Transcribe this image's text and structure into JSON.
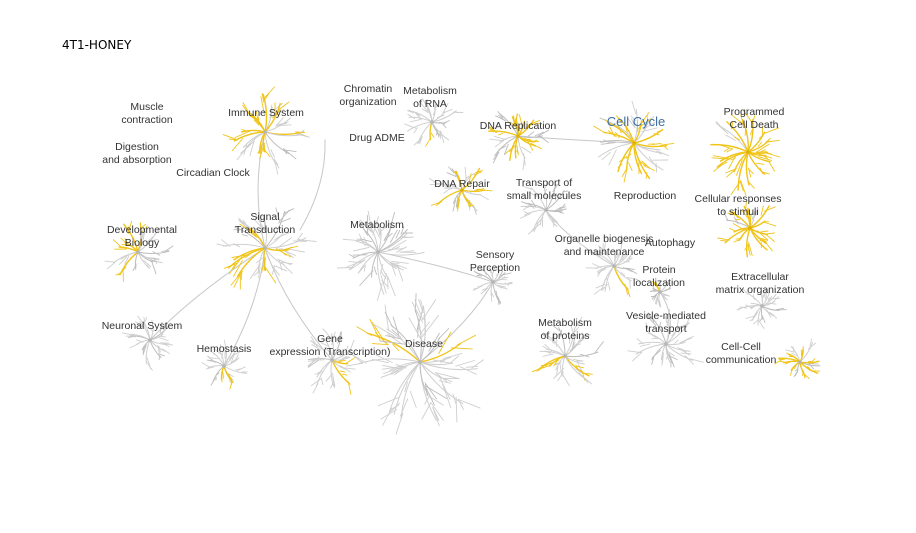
{
  "page": {
    "title": "4T1-HONEY"
  },
  "colors": {
    "branch": "#cfcfcf",
    "branch_dark": "#bdbdbd",
    "link": "#c7c7c7",
    "highlight": "#f0c419",
    "highlight_dark": "#e0b000",
    "label": "#333333",
    "accent_label": "#3f6fa5"
  },
  "pathways": [
    {
      "id": "muscle-contraction",
      "lines": [
        "Muscle",
        "contraction"
      ],
      "hl": 0,
      "size": 0
    },
    {
      "id": "digestion-and-absorption",
      "lines": [
        "Digestion",
        "and absorption"
      ],
      "hl": 0,
      "size": 0
    },
    {
      "id": "circadian-clock",
      "lines": [
        "Circadian Clock"
      ],
      "hl": 0,
      "size": 0
    },
    {
      "id": "immune-system",
      "lines": [
        "Immune System"
      ],
      "hl": 0.45,
      "size": 1
    },
    {
      "id": "chromatin-organization",
      "lines": [
        "Chromatin",
        "organization"
      ],
      "hl": 0,
      "size": 0
    },
    {
      "id": "metabolism-of-rna",
      "lines": [
        "Metabolism",
        "of RNA"
      ],
      "hl": 0.05,
      "size": 0.7
    },
    {
      "id": "drug-adme",
      "lines": [
        "Drug ADME"
      ],
      "hl": 0,
      "size": 0
    },
    {
      "id": "dna-replication",
      "lines": [
        "DNA Replication"
      ],
      "hl": 0.7,
      "size": 0.8
    },
    {
      "id": "cell-cycle",
      "lines": [
        "Cell Cycle"
      ],
      "hl": 0.75,
      "size": 1,
      "accent": true
    },
    {
      "id": "programmed-cell-death",
      "lines": [
        "Programmed",
        "Cell Death"
      ],
      "hl": 0.85,
      "size": 1
    },
    {
      "id": "dna-repair",
      "lines": [
        "DNA Repair"
      ],
      "hl": 0.55,
      "size": 0.7
    },
    {
      "id": "transport-of-small-molecules",
      "lines": [
        "Transport of",
        "small molecules"
      ],
      "hl": 0,
      "size": 0.7
    },
    {
      "id": "reproduction",
      "lines": [
        "Reproduction"
      ],
      "hl": 0,
      "size": 0
    },
    {
      "id": "cellular-responses-to-stimuli",
      "lines": [
        "Cellular responses",
        "to stimuli"
      ],
      "hl": 0.7,
      "size": 0.8
    },
    {
      "id": "developmental-biology",
      "lines": [
        "Developmental",
        "Biology"
      ],
      "hl": 0.4,
      "size": 0.8
    },
    {
      "id": "signal-transduction",
      "lines": [
        "Signal",
        "Transduction"
      ],
      "hl": 0.3,
      "size": 1.1
    },
    {
      "id": "metabolism",
      "lines": [
        "Metabolism"
      ],
      "hl": 0,
      "size": 1.2
    },
    {
      "id": "sensory-perception",
      "lines": [
        "Sensory",
        "Perception"
      ],
      "hl": 0,
      "size": 0.6
    },
    {
      "id": "organelle-biogenesis-and-maintenance",
      "lines": [
        "Organelle biogenesis",
        "and maintenance"
      ],
      "hl": 0.1,
      "size": 0.7
    },
    {
      "id": "autophagy",
      "lines": [
        "Autophagy"
      ],
      "hl": 0,
      "size": 0
    },
    {
      "id": "protein-localization",
      "lines": [
        "Protein",
        "localization"
      ],
      "hl": 0.2,
      "size": 0.4
    },
    {
      "id": "extracellular-matrix-organization",
      "lines": [
        "Extracellular",
        "matrix organization"
      ],
      "hl": 0,
      "size": 0.6
    },
    {
      "id": "neuronal-system",
      "lines": [
        "Neuronal System"
      ],
      "hl": 0,
      "size": 0.7
    },
    {
      "id": "hemostasis",
      "lines": [
        "Hemostasis"
      ],
      "hl": 0.1,
      "size": 0.6
    },
    {
      "id": "gene-expression-transcription",
      "lines": [
        "Gene",
        "expression (Transcription)"
      ],
      "hl": 0.25,
      "size": 0.8
    },
    {
      "id": "disease",
      "lines": [
        "Disease"
      ],
      "hl": 0.05,
      "size": 1.6
    },
    {
      "id": "metabolism-of-proteins",
      "lines": [
        "Metabolism",
        "of proteins"
      ],
      "hl": 0.2,
      "size": 0.9
    },
    {
      "id": "vesicle-mediated-transport",
      "lines": [
        "Vesicle-mediated",
        "transport"
      ],
      "hl": 0,
      "size": 0.8
    },
    {
      "id": "cell-cell-communication",
      "lines": [
        "Cell-Cell",
        "communication"
      ],
      "hl": 0.5,
      "size": 0.6
    }
  ]
}
